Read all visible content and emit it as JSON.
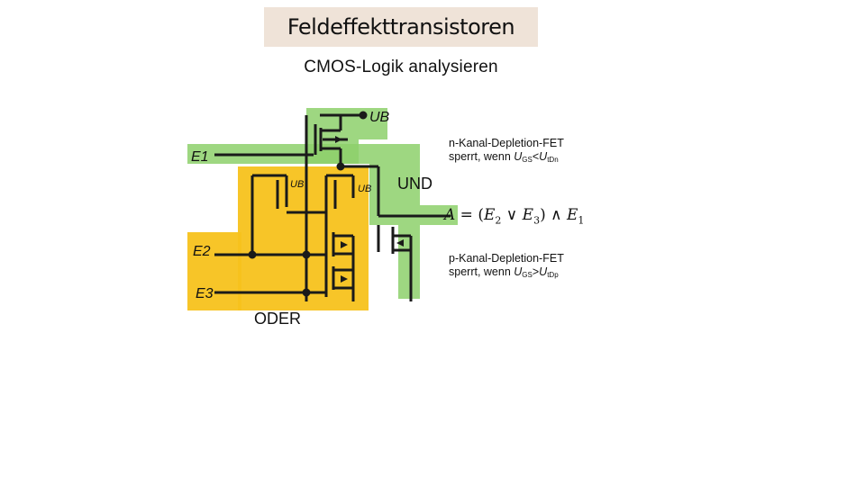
{
  "header": {
    "title": "Feldeffekttransistoren",
    "subtitle": "CMOS-Logik analysieren"
  },
  "circuit": {
    "supply_label": "UB",
    "inner_supply_left": "UB",
    "inner_supply_right": "UB",
    "input_e1": "E1",
    "input_e2": "E2",
    "input_e3": "E3",
    "output_a": "A"
  },
  "annotations": {
    "and_label": "UND",
    "or_label": "ODER",
    "n_channel_label": "n-Kanal-Depletion-FET",
    "n_channel_condition_prefix": "sperrt, wenn ",
    "n_channel_condition_var": "U",
    "n_channel_condition_sub1": "GS",
    "n_channel_condition_op": "<",
    "n_channel_condition_var2": "U",
    "n_channel_condition_sub2": "tDn",
    "p_channel_label": "p-Kanal-Depletion-FET",
    "p_channel_condition_prefix": "sperrt, wenn ",
    "p_channel_condition_var": "U",
    "p_channel_condition_sub1": "GS",
    "p_channel_condition_op": ">",
    "p_channel_condition_var2": "U",
    "p_channel_condition_sub2": "tDp"
  },
  "formula": {
    "lhs": "A",
    "eq": " = (",
    "e2": "E",
    "e2_sub": "2",
    "or_op": " ∨ ",
    "e3": "E",
    "e3_sub": "3",
    "mid": ") ∧ ",
    "e1": "E",
    "e1_sub": "1"
  },
  "colors": {
    "green_highlight": "#8dd06b",
    "yellow_highlight": "#f7c21c",
    "wire": "#1a1a1a",
    "title_bg": "#efe3d8"
  }
}
